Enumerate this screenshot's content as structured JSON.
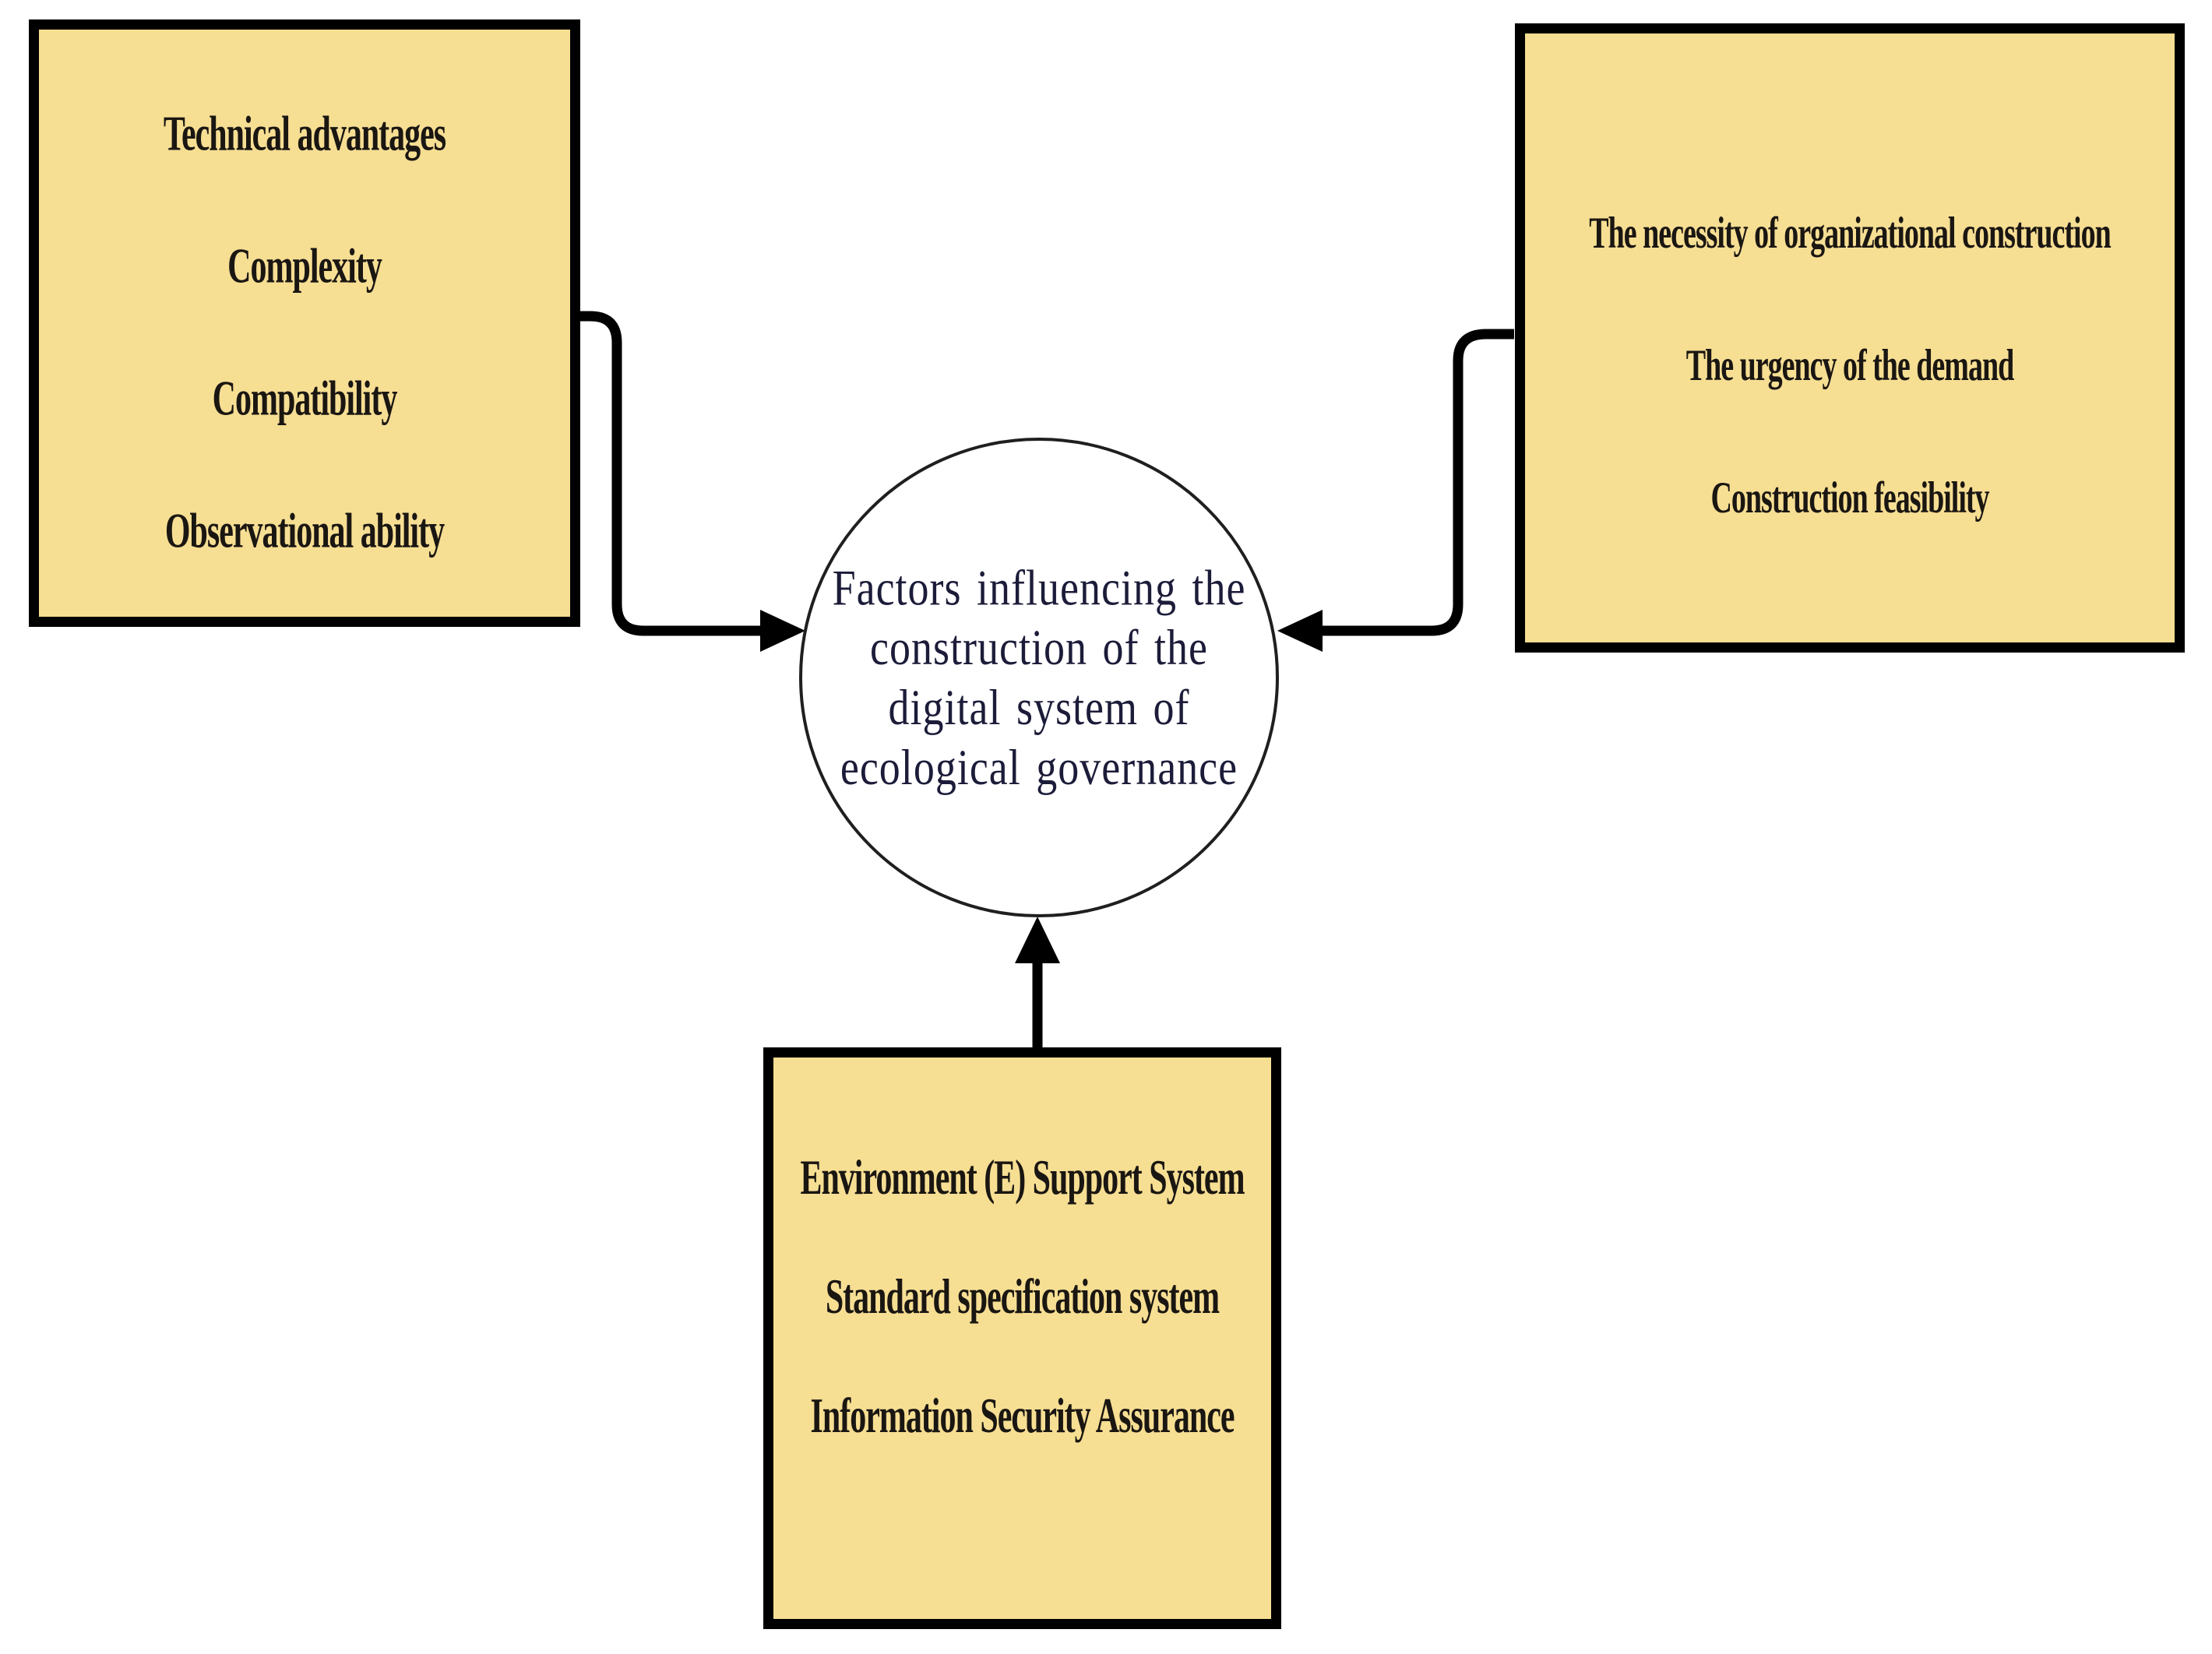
{
  "diagram": {
    "center_circle": {
      "lines": [
        "Factors influencing the",
        "construction of the",
        "digital system of",
        "ecological governance"
      ]
    },
    "left_box": {
      "items": [
        "Technical advantages",
        "Complexity",
        "Compatibility",
        "Observational ability"
      ]
    },
    "right_box": {
      "items": [
        "The necessity of organizational construction",
        "The urgency of the demand",
        "Construction feasibility"
      ]
    },
    "bottom_box": {
      "items": [
        "Environment (E) Support System",
        "Standard specification system",
        "Information Security Assurance"
      ]
    },
    "arrows": [
      {
        "from": "left-box",
        "to": "center-circle"
      },
      {
        "from": "right-box",
        "to": "center-circle"
      },
      {
        "from": "bottom-box",
        "to": "center-circle"
      }
    ],
    "colors": {
      "box_fill": "#f6de93",
      "box_border": "#000000",
      "box_text": "#1a1612",
      "arrow": "#000000",
      "circle_fill": "#ffffff",
      "circle_border": "#1f1f1f",
      "circle_text": "#1c1c3a"
    }
  }
}
